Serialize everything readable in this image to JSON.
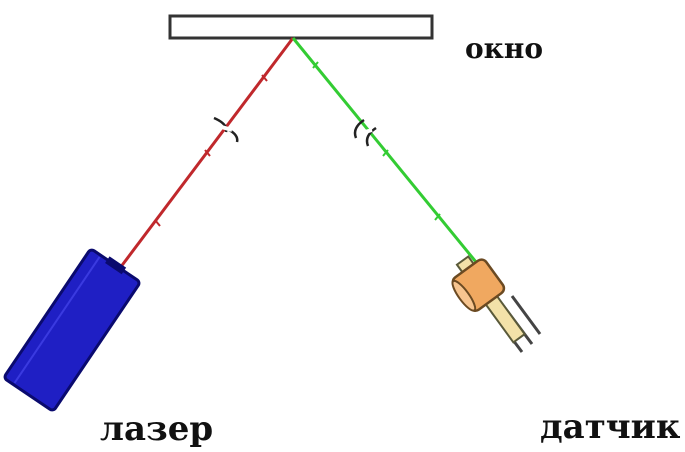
{
  "labels": {
    "window": "окно",
    "laser": "лазер",
    "sensor": "датчик"
  },
  "colors": {
    "laser_beam": "#c0282c",
    "reflected_beam": "#33cc33",
    "laser_body": "#1f1fc4",
    "laser_outline": "#0a0a6e",
    "sensor_body": "#f0a860",
    "sensor_mount": "#f3e2a9",
    "window_fill": "#ffffff",
    "window_stroke": "#333333"
  },
  "icons": {
    "laser": "laser-icon",
    "sensor": "photodiode-sensor-icon"
  }
}
